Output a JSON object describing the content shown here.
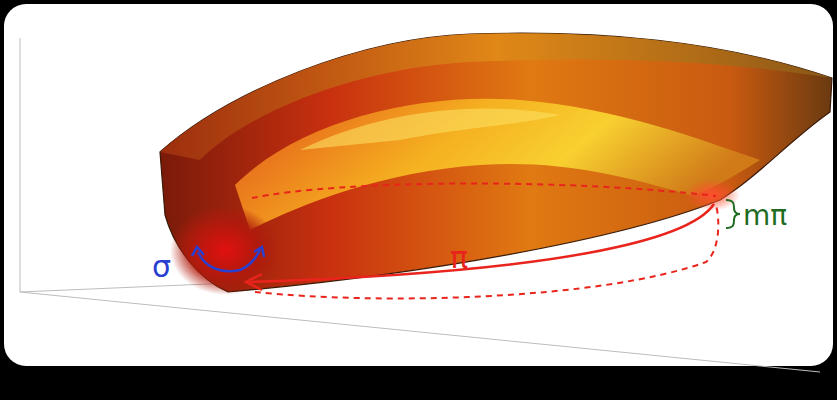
{
  "diagram": {
    "labels": [
      "σ",
      "π",
      "mπ"
    ]
  }
}
